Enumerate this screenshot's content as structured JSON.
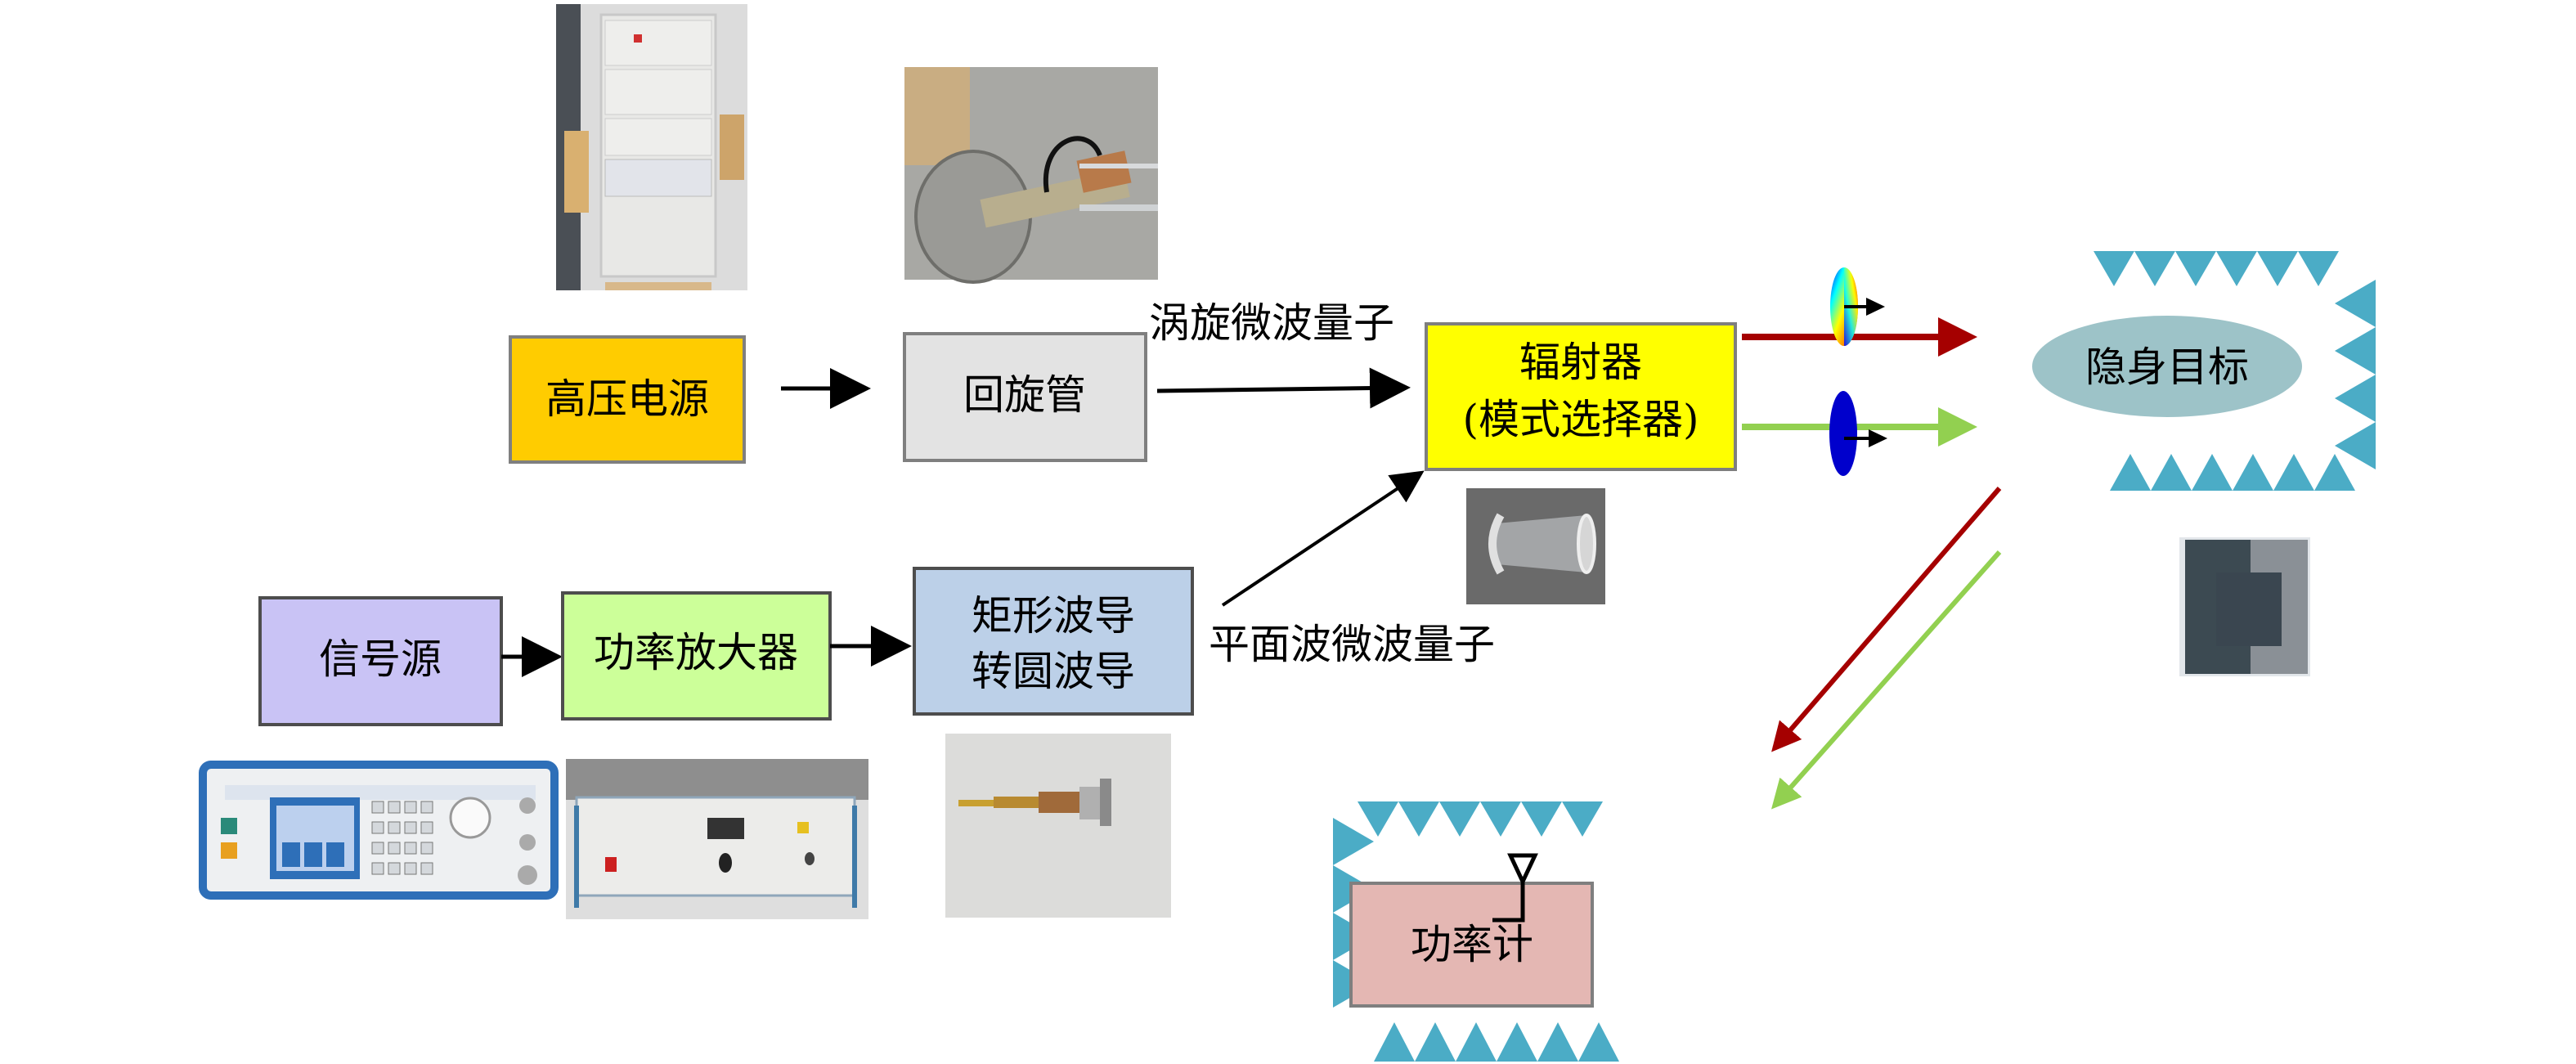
{
  "diagram": {
    "title": "",
    "colors": {
      "hv_power": "#FFCC00",
      "gyrotron": "#E3E3E3",
      "radiator": "#FFFF00",
      "signal_source": "#C9C3F5",
      "amplifier": "#CCFF99",
      "waveguide": "#BCD0E8",
      "stealth_target": "#9DC3C8",
      "power_meter": "#E4B7B3",
      "absorber": "#4BACC6",
      "vortex_beam": "#A50000",
      "plane_beam": "#92D050",
      "plane_wavefront": "#0000CC",
      "arrow": "#000000"
    },
    "nodes": {
      "hv_power": {
        "label": "高压电源"
      },
      "gyrotron": {
        "label": "回旋管"
      },
      "radiator": {
        "line1": "辐射器",
        "line2": "(模式选择器)"
      },
      "signal_source": {
        "label": "信号源"
      },
      "amplifier": {
        "label": "功率放大器"
      },
      "waveguide": {
        "line1": "矩形波导",
        "line2": "转圆波导"
      },
      "stealth_target": {
        "label": "隐身目标"
      },
      "power_meter": {
        "label": "功率计"
      }
    },
    "edge_labels": {
      "vortex": "涡旋微波量子",
      "plane": "平面波微波量子"
    },
    "photos": {
      "hv_power_photo": "high-voltage power cabinet photo",
      "gyrotron_photo": "gyrotron device photo",
      "radiator_photo": "radiator horn photo",
      "target_photo": "stealth material sample photo",
      "signal_source_photo": "signal generator photo",
      "amplifier_photo": "power amplifier photo",
      "waveguide_photo": "waveguide converter photo"
    }
  }
}
